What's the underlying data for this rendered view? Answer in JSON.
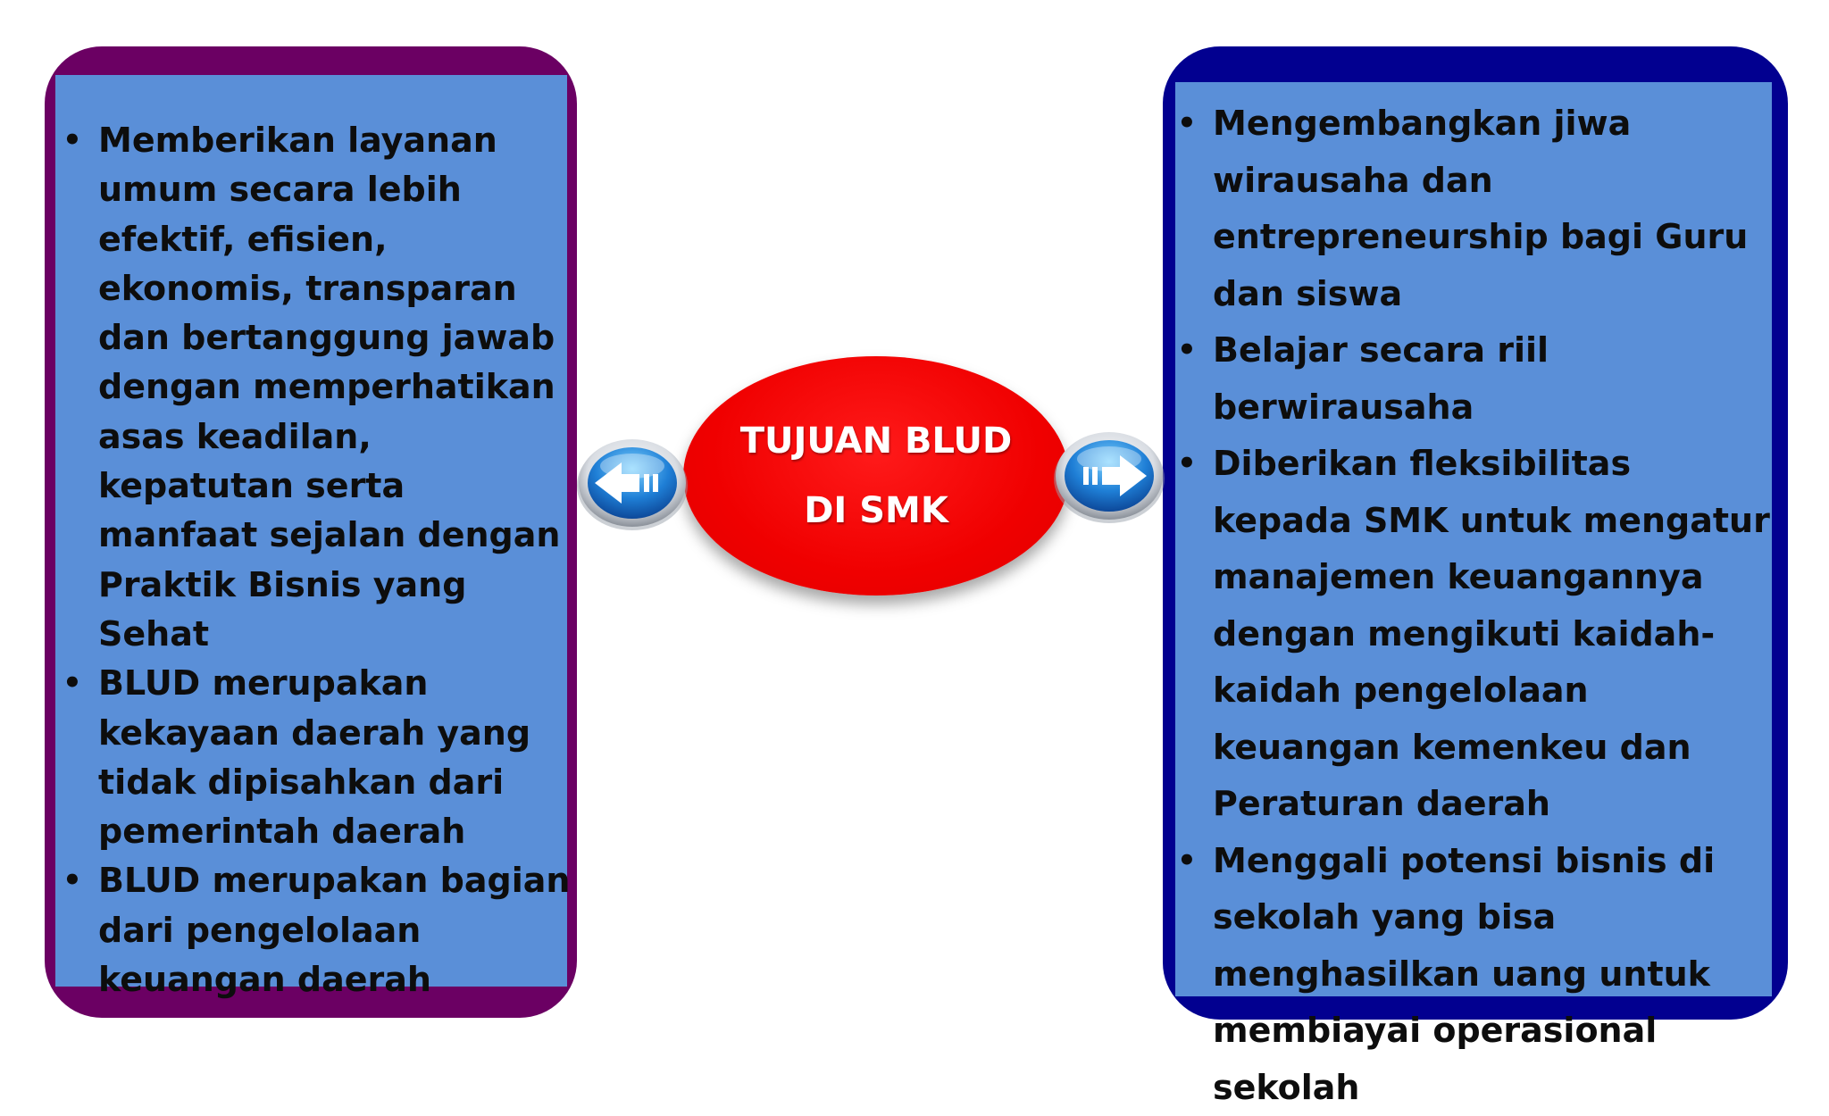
{
  "center": {
    "title": "TUJUAN BLUD DI SMK"
  },
  "left_panel": {
    "items": [
      "Memberikan layanan umum secara lebih efektif, efisien, ekonomis, transparan dan bertanggung jawab dengan memperhatikan asas keadilan, kepatutan serta manfaat sejalan dengan Praktik Bisnis yang Sehat",
      "BLUD merupakan kekayaan daerah yang tidak dipisahkan dari pemerintah daerah",
      "BLUD merupakan bagian dari pengelolaan keuangan daerah"
    ]
  },
  "right_panel": {
    "items": [
      "Mengembangkan jiwa wirausaha dan entrepreneurship bagi Guru dan siswa",
      "Belajar secara riil berwirausaha",
      "Diberikan fleksibilitas kepada SMK untuk mengatur manajemen keuangannya dengan mengikuti kaidah-kaidah pengelolaan keuangan kemenkeu dan Peraturan daerah",
      "Menggali potensi bisnis di sekolah yang bisa menghasilkan uang untuk membiayai operasional sekolah"
    ]
  },
  "colors": {
    "left_frame": "#6b0063",
    "right_frame": "#020090",
    "panel_fill": "#5a8fd8",
    "center_fill": "#f00000"
  },
  "icons": {
    "left_arrow": "left-arrow-button-icon",
    "right_arrow": "right-arrow-button-icon"
  }
}
